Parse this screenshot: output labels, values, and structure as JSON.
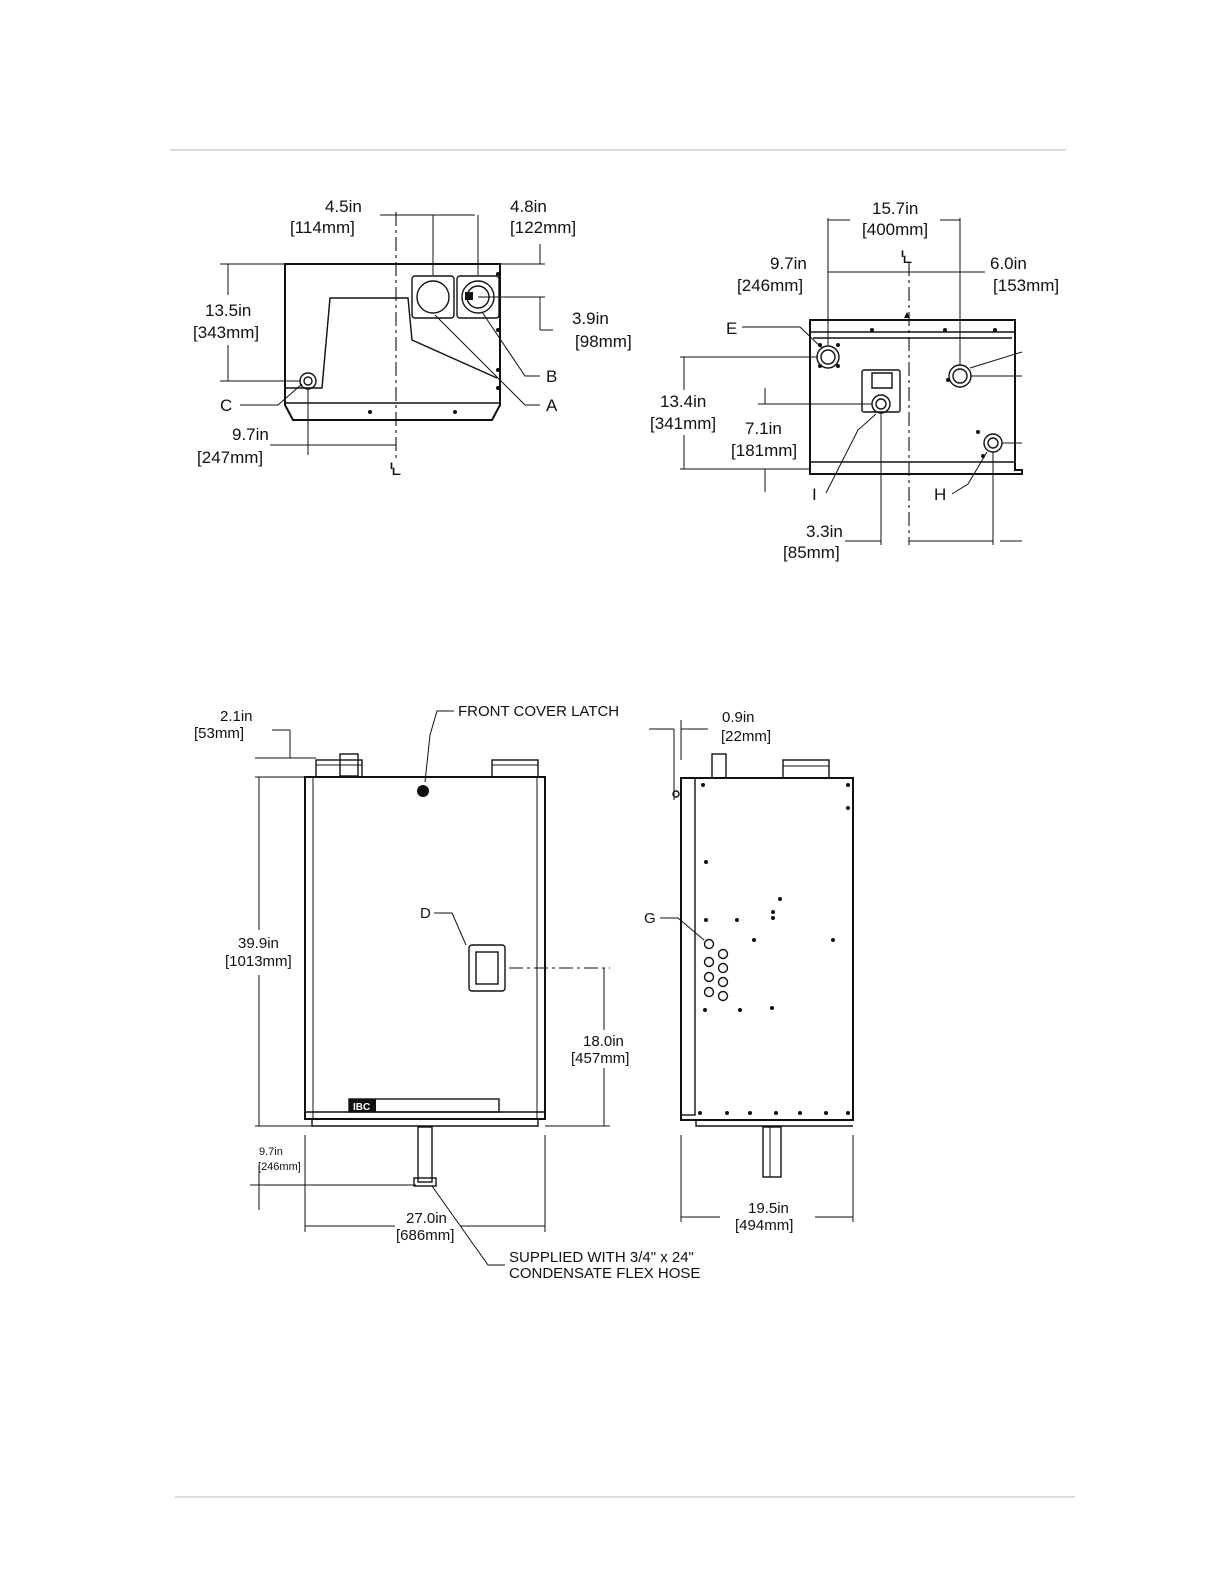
{
  "top_view": {
    "dim_left_horizontal": {
      "in": "4.5in",
      "mm": "114mm"
    },
    "dim_right_horizontal": {
      "in": "4.8in",
      "mm": "122mm"
    },
    "dim_height": {
      "in": "13.5in",
      "mm": "343mm"
    },
    "dim_right_vertical": {
      "in": "3.9in",
      "mm": "98mm"
    },
    "dim_bottom": {
      "in": "9.7in",
      "mm": "247mm"
    },
    "callouts": {
      "a": "A",
      "b": "B",
      "c": "C"
    },
    "centerline": "CL"
  },
  "bottom_view": {
    "dim_top": {
      "in": "15.7in",
      "mm": "400mm"
    },
    "dim_left": {
      "in": "9.7in",
      "mm": "246mm"
    },
    "dim_right": {
      "in": "6.0in",
      "mm": "153mm"
    },
    "dim_height": {
      "in": "13.4in",
      "mm": "341mm"
    },
    "dim_inner": {
      "in": "7.1in",
      "mm": "181mm"
    },
    "dim_bottom": {
      "in": "3.3in",
      "mm": "85mm"
    },
    "callouts": {
      "e": "E",
      "h": "H",
      "i": "I"
    },
    "centerline": "CL"
  },
  "front_view": {
    "dim_top": {
      "in": "2.1in",
      "mm": "53mm"
    },
    "dim_height": {
      "in": "39.9in",
      "mm": "1013mm"
    },
    "dim_display": {
      "in": "18.0in",
      "mm": "457mm"
    },
    "dim_drain": {
      "in": "9.7in",
      "mm": "246mm"
    },
    "dim_width": {
      "in": "27.0in",
      "mm": "686mm"
    },
    "latch_label": "FRONT COVER LATCH",
    "callout_d": "D",
    "hose_note_line1": "SUPPLIED WITH 3/4\" x 24\"",
    "hose_note_line2": "CONDENSATE FLEX HOSE",
    "badge": "IBC"
  },
  "side_view": {
    "dim_top": {
      "in": "0.9in",
      "mm": "22mm"
    },
    "dim_depth": {
      "in": "19.5in",
      "mm": "494mm"
    },
    "callout_g": "G"
  }
}
